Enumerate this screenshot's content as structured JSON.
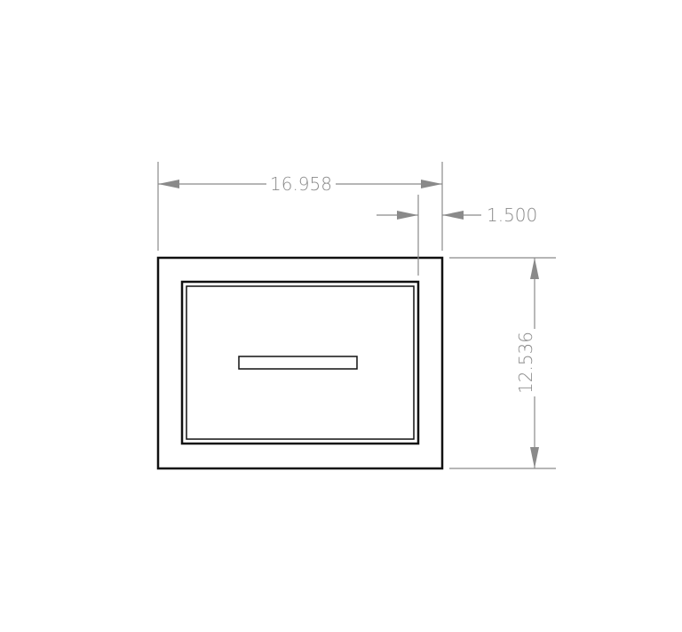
{
  "drawing": {
    "dimensions": {
      "overall_width": "16.958",
      "frame_width": "1.500",
      "overall_height": "12.536"
    },
    "colors": {
      "part_outline": "#111111",
      "dimension": "#8a8a8a",
      "background": "#ffffff"
    }
  }
}
